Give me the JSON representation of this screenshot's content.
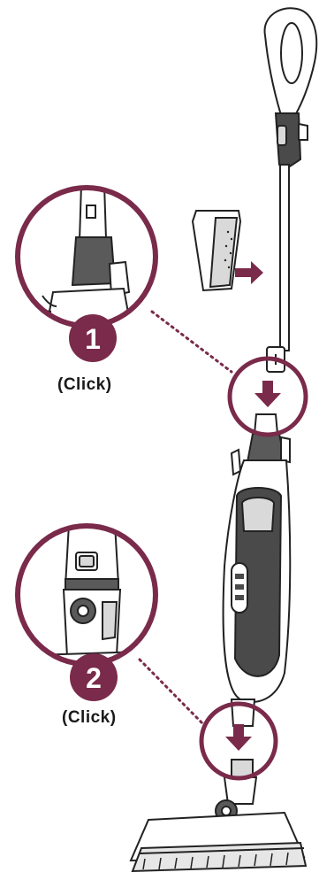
{
  "steps": [
    {
      "number": "1",
      "caption": "(Click)"
    },
    {
      "number": "2",
      "caption": "(Click)"
    }
  ],
  "colors": {
    "accent": "#7a2a4a",
    "outline": "#222222",
    "body_fill": "#ffffff",
    "dark_grey": "#5a5a5a",
    "light_grey": "#d9d9d9"
  },
  "icons": [
    "arrow-right-icon",
    "arrow-down-icon",
    "water-tank-icon",
    "steam-mop-icon"
  ]
}
